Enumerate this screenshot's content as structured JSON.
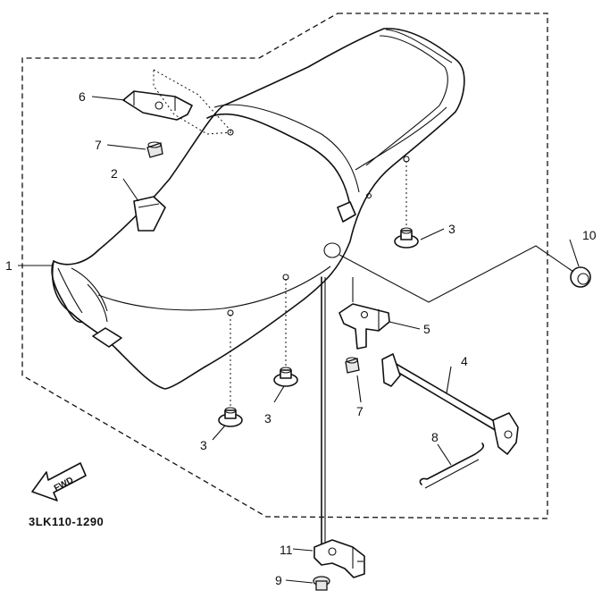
{
  "drawing_code": "3LK110-1290",
  "fwd_label": "FWD",
  "callouts": {
    "c1": "1",
    "c2": "2",
    "c3a": "3",
    "c3b": "3",
    "c3c": "3",
    "c4": "4",
    "c5": "5",
    "c6": "6",
    "c7a": "7",
    "c7b": "7",
    "c8": "8",
    "c9": "9",
    "c10": "10",
    "c11": "11"
  }
}
